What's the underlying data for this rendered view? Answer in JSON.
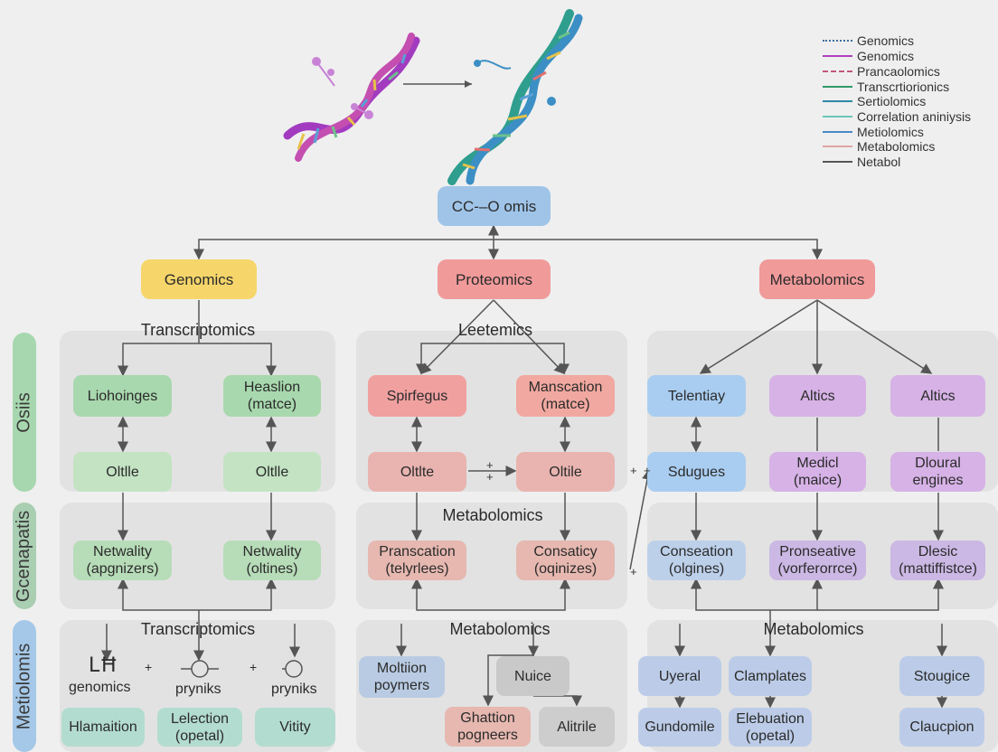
{
  "top_node": "CC-–O omis",
  "legend": [
    {
      "label": "Genomics",
      "color": "#3b6fa0"
    },
    {
      "label": "Genomics",
      "color": "#b23fc0"
    },
    {
      "label": "Prancaolomics",
      "color": "#c0567a"
    },
    {
      "label": "Transcrtiorionics",
      "color": "#2f9a6a"
    },
    {
      "label": "Sertiolomics",
      "color": "#2e88a8"
    },
    {
      "label": "Correlation aniniysis",
      "color": "#6ac4ba"
    },
    {
      "label": "Metiolomics",
      "color": "#4b89c8"
    },
    {
      "label": "Metabolomics",
      "color": "#e0a4a4"
    },
    {
      "label": "Netabol",
      "color": "#555555"
    }
  ],
  "categories": {
    "genomics": "Genomics",
    "proteomics": "Proteomics",
    "metabolomics": "Metabolomics"
  },
  "side_labels": {
    "row1": "Osiis",
    "row2": "Gcenapatis",
    "row3": "Metiolomis"
  },
  "section_labels": {
    "g1": "Transcriptomics",
    "p1": "Leetemics",
    "p2": "Metabolomics",
    "g3": "Transcriptomics",
    "p3": "Metabolomics",
    "m3": "Metabolomics"
  },
  "nodes": {
    "g_r1a": "Liohoinges",
    "g_r1b": "Heaslion\n(matce)",
    "g_r1c": "Oltlle",
    "g_r1d": "Oltlle",
    "p_r1a": "Spirfegus",
    "p_r1b": "Manscation\n(matce)",
    "p_r1c": "Oltlte",
    "p_r1d": "Oltile",
    "m_r1a": "Telentiay",
    "m_r1b": "Altics",
    "m_r1c": "Altics",
    "m_r1d": "Sdugues",
    "m_r1e": "Medicl\n(maice)",
    "m_r1f": "Dloural\nengines",
    "g_r2a": "Netwality\n(apgnizers)",
    "g_r2b": "Netwality\n(oltines)",
    "p_r2a": "Pranscation\n(telyrlees)",
    "p_r2b": "Consaticy\n(oqinizes)",
    "m_r2a": "Conseation\n(olgines)",
    "m_r2b": "Pronseative\n(vorferorrce)",
    "m_r2c": "Dlesic\n(mattiffistce)",
    "g_r3a": "Hlamaition",
    "g_r3b": "Lelection\n(opetal)",
    "g_r3c": "Vitity",
    "p_r3a": "Moltiion\npoymers",
    "p_r3b": "Nuice",
    "p_r3c": "Ghattion\npogneers",
    "p_r3d": "Alitrile",
    "m_r3a": "Uyeral",
    "m_r3b": "Clamplates",
    "m_r3c": "Stougice",
    "m_r3d": "Gundomile",
    "m_r3e": "Elebuation\n(opetal)",
    "m_r3f": "Claucpion"
  },
  "row3_items": {
    "genomics_symbol": "LĦ",
    "genomics_text": "genomics",
    "pryniks_1": "pryniks",
    "pryniks_2": "pryniks",
    "plus_1": "+",
    "plus_2": "+"
  },
  "connectors": {
    "plus_a": "+",
    "plus_b": "+",
    "plus_c": "+",
    "plus_d": "+",
    "plus_e": "+"
  }
}
